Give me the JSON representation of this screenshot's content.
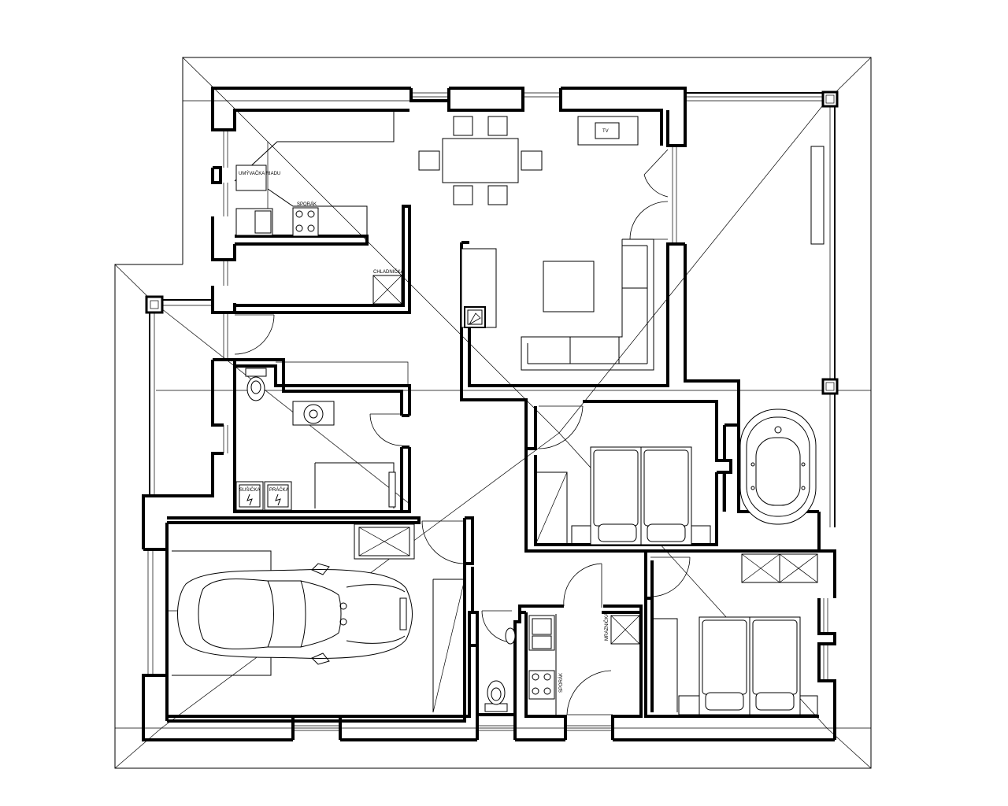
{
  "labels": {
    "dishwasher": "UMÝVAČKA RIADU",
    "stove_kitchen": "SPORÁK",
    "fridge": "CHLADNIČKA",
    "tv": "TV",
    "dryer": "SUŠIČKA",
    "washer": "PRÁČKA",
    "freezer": "MRAZNIČKA",
    "stove_small": "SPORÁK"
  },
  "colors": {
    "ink": "#000000",
    "background": "#ffffff"
  }
}
